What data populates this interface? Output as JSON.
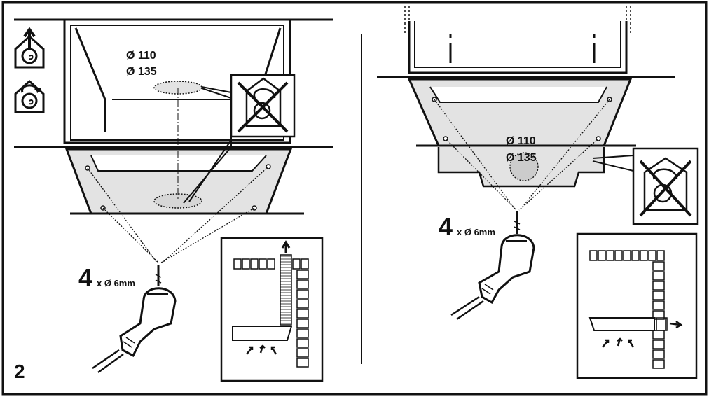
{
  "step_number": "2",
  "left_panel": {
    "diameter_small": "Ø 110",
    "diameter_large": "Ø 135",
    "hole_count": "4",
    "hole_size": "x Ø 6mm",
    "icons": [
      "ducted-extraction-icon",
      "recirculation-icon",
      "no-recirculation-icon"
    ]
  },
  "right_panel": {
    "diameter_small": "Ø 110",
    "diameter_large": "Ø 135",
    "hole_count": "4",
    "hole_size": "x Ø 6mm",
    "icons": [
      "no-recirculation-icon"
    ]
  },
  "colors": {
    "line": "#111111",
    "fill_grey": "#e3e3e3",
    "hole_grey": "#cccccc"
  }
}
